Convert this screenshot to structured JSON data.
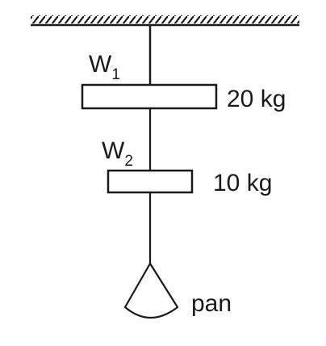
{
  "weights": [
    {
      "symbol": "W",
      "subscript": "1",
      "mass": "20 kg"
    },
    {
      "symbol": "W",
      "subscript": "2",
      "mass": "10 kg"
    }
  ],
  "pan": {
    "label": "pan"
  },
  "colors": {
    "stroke": "#1a1a1a",
    "background": "#ffffff"
  }
}
